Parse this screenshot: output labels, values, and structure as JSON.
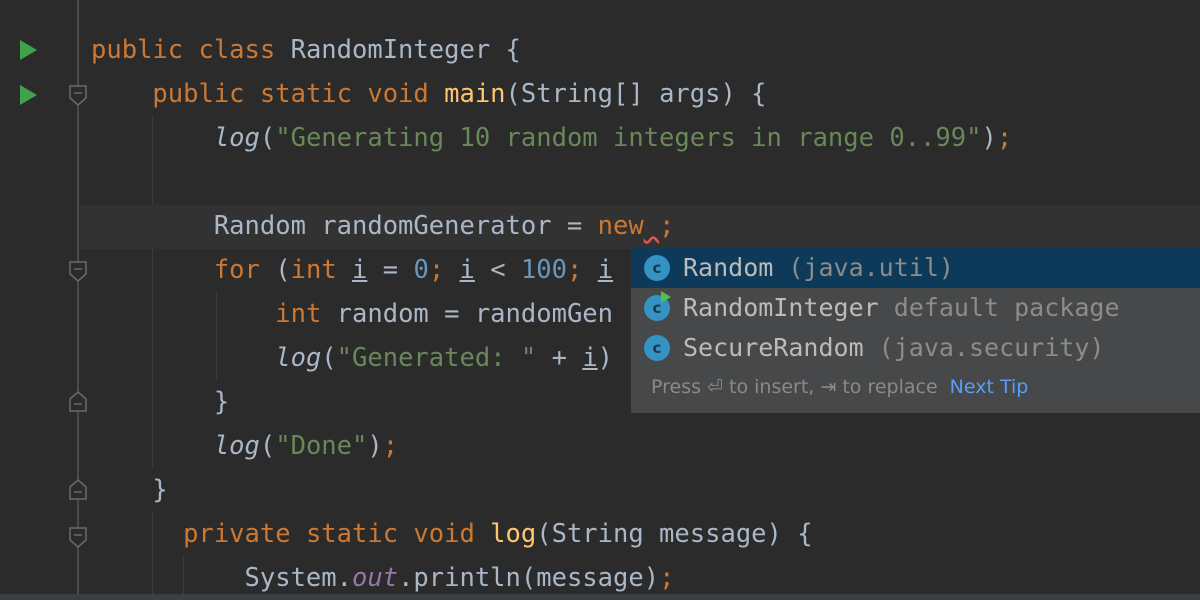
{
  "colors": {
    "keyword": "#cc7832",
    "string": "#6a8759",
    "number": "#6897bb",
    "method_decl": "#ffc66d",
    "text": "#a9b7c6",
    "static_field": "#9876aa",
    "selection": "#0d3a58",
    "link": "#589df6"
  },
  "code_lines": [
    [
      {
        "t": "public class ",
        "c": "kw"
      },
      {
        "t": "RandomInteger {",
        "c": "tx"
      }
    ],
    [
      {
        "t": "    "
      },
      {
        "t": "public static void ",
        "c": "kw"
      },
      {
        "t": "main",
        "c": "fn"
      },
      {
        "t": "(String[] args) {",
        "c": "tx"
      }
    ],
    [
      {
        "t": "        "
      },
      {
        "t": "log",
        "c": "it"
      },
      {
        "t": "(",
        "c": "tx"
      },
      {
        "t": "\"Generating 10 random integers in range 0..99\"",
        "c": "str"
      },
      {
        "t": ")",
        "c": "tx"
      },
      {
        "t": ";",
        "c": "kw"
      }
    ],
    [],
    [
      {
        "t": "        Random randomGenerator = ",
        "c": "tx"
      },
      {
        "t": "new",
        "c": "kw"
      },
      {
        "t": " ",
        "c": "err"
      },
      {
        "t": ";",
        "c": "kw"
      }
    ],
    [
      {
        "t": "        "
      },
      {
        "t": "for ",
        "c": "kw"
      },
      {
        "t": "(",
        "c": "tx"
      },
      {
        "t": "int ",
        "c": "kw"
      },
      {
        "t": "i",
        "c": "ul"
      },
      {
        "t": " = ",
        "c": "tx"
      },
      {
        "t": "0",
        "c": "num"
      },
      {
        "t": "; ",
        "c": "kw"
      },
      {
        "t": "i",
        "c": "ul"
      },
      {
        "t": " < ",
        "c": "tx"
      },
      {
        "t": "100",
        "c": "num"
      },
      {
        "t": "; ",
        "c": "kw"
      },
      {
        "t": "i",
        "c": "ul"
      }
    ],
    [
      {
        "t": "            "
      },
      {
        "t": "int ",
        "c": "kw"
      },
      {
        "t": "random = randomGen",
        "c": "tx"
      }
    ],
    [
      {
        "t": "            "
      },
      {
        "t": "log",
        "c": "it"
      },
      {
        "t": "(",
        "c": "tx"
      },
      {
        "t": "\"Generated: \"",
        "c": "str"
      },
      {
        "t": " + ",
        "c": "tx"
      },
      {
        "t": "i",
        "c": "ul"
      },
      {
        "t": ")",
        "c": "tx"
      }
    ],
    [
      {
        "t": "        }",
        "c": "tx"
      }
    ],
    [
      {
        "t": "        "
      },
      {
        "t": "log",
        "c": "it"
      },
      {
        "t": "(",
        "c": "tx"
      },
      {
        "t": "\"Done\"",
        "c": "str"
      },
      {
        "t": ")",
        "c": "tx"
      },
      {
        "t": ";",
        "c": "kw"
      }
    ],
    [
      {
        "t": "    }",
        "c": "tx"
      }
    ],
    [
      {
        "t": "      "
      },
      {
        "t": "private static void ",
        "c": "kw"
      },
      {
        "t": "log",
        "c": "fn"
      },
      {
        "t": "(String message) {",
        "c": "tx"
      }
    ],
    [
      {
        "t": "          System.",
        "c": "tx"
      },
      {
        "t": "out",
        "c": "sf"
      },
      {
        "t": ".println(message)",
        "c": "tx"
      },
      {
        "t": ";",
        "c": "kw"
      }
    ]
  ],
  "completion": {
    "items": [
      {
        "name": "Random",
        "package": " (java.util)",
        "icon": "class-icon",
        "selected": true
      },
      {
        "name": "RandomInteger",
        "package": " default package",
        "icon": "runnable-class-icon",
        "selected": false
      },
      {
        "name": "SecureRandom",
        "package": " (java.security)",
        "icon": "class-icon",
        "selected": false
      }
    ],
    "icon_letter": "c",
    "hint": "Press ⏎ to insert, ⇥ to replace",
    "next_tip": "Next Tip"
  }
}
